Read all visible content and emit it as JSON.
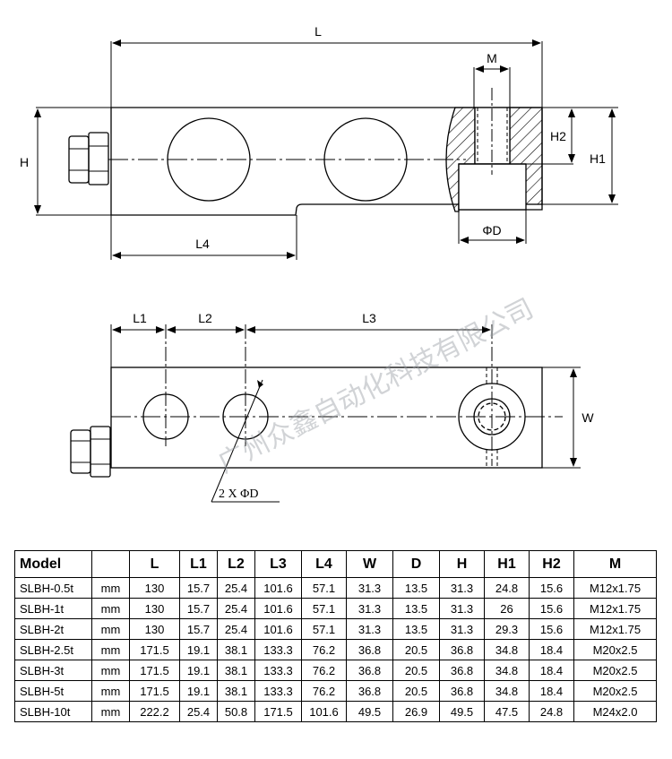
{
  "drawing": {
    "top_view_labels": {
      "L": "L",
      "M": "M",
      "H": "H",
      "H1": "H1",
      "H2": "H2",
      "L4": "L4",
      "phiD": "ΦD"
    },
    "side_view_labels": {
      "L1": "L1",
      "L2": "L2",
      "L3": "L3",
      "W": "W",
      "holes": "2 X ΦD"
    },
    "watermark": "广州众鑫自动化科技有限公司"
  },
  "table": {
    "headers": [
      "Model",
      "",
      "L",
      "L1",
      "L2",
      "L3",
      "L4",
      "W",
      "D",
      "H",
      "H1",
      "H2",
      "M"
    ],
    "rows": [
      [
        "SLBH-0.5t",
        "mm",
        "130",
        "15.7",
        "25.4",
        "101.6",
        "57.1",
        "31.3",
        "13.5",
        "31.3",
        "24.8",
        "15.6",
        "M12x1.75"
      ],
      [
        "SLBH-1t",
        "mm",
        "130",
        "15.7",
        "25.4",
        "101.6",
        "57.1",
        "31.3",
        "13.5",
        "31.3",
        "26",
        "15.6",
        "M12x1.75"
      ],
      [
        "SLBH-2t",
        "mm",
        "130",
        "15.7",
        "25.4",
        "101.6",
        "57.1",
        "31.3",
        "13.5",
        "31.3",
        "29.3",
        "15.6",
        "M12x1.75"
      ],
      [
        "SLBH-2.5t",
        "mm",
        "171.5",
        "19.1",
        "38.1",
        "133.3",
        "76.2",
        "36.8",
        "20.5",
        "36.8",
        "34.8",
        "18.4",
        "M20x2.5"
      ],
      [
        "SLBH-3t",
        "mm",
        "171.5",
        "19.1",
        "38.1",
        "133.3",
        "76.2",
        "36.8",
        "20.5",
        "36.8",
        "34.8",
        "18.4",
        "M20x2.5"
      ],
      [
        "SLBH-5t",
        "mm",
        "171.5",
        "19.1",
        "38.1",
        "133.3",
        "76.2",
        "36.8",
        "20.5",
        "36.8",
        "34.8",
        "18.4",
        "M20x2.5"
      ],
      [
        "SLBH-10t",
        "mm",
        "222.2",
        "25.4",
        "50.8",
        "171.5",
        "101.6",
        "49.5",
        "26.9",
        "49.5",
        "47.5",
        "24.8",
        "M24x2.0"
      ]
    ]
  }
}
